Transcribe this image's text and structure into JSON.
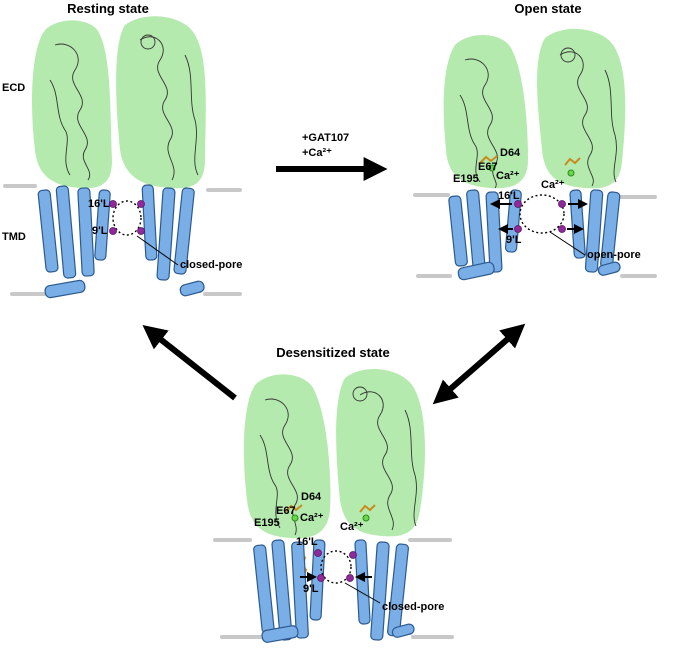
{
  "states": {
    "resting": {
      "title": "Resting state",
      "ecd": "ECD",
      "tmd": "TMD",
      "res16": "16'L",
      "res9": "9'L",
      "pore": "closed-pore"
    },
    "open": {
      "title": "Open state",
      "d64": "D64",
      "e67": "E67",
      "e195": "E195",
      "ca_a": "Ca²⁺",
      "ca_b": "Ca²⁺",
      "res16": "16'L",
      "res9": "9'L",
      "pore": "open-pore"
    },
    "desensitized": {
      "title": "Desensitized state",
      "d64": "D64",
      "e67": "E67",
      "e195": "E195",
      "ca_a": "Ca²⁺",
      "ca_b": "Ca²⁺",
      "res16": "16'L",
      "res9": "9'L",
      "pore": "closed-pore"
    }
  },
  "transition": {
    "line1": "+GAT107",
    "line2": "+Ca²⁺"
  },
  "colors": {
    "ecd": "#a8e6a0",
    "helix": "#7aaee6",
    "residue": "#8e2a9a",
    "membrane": "#c8c8c8"
  }
}
